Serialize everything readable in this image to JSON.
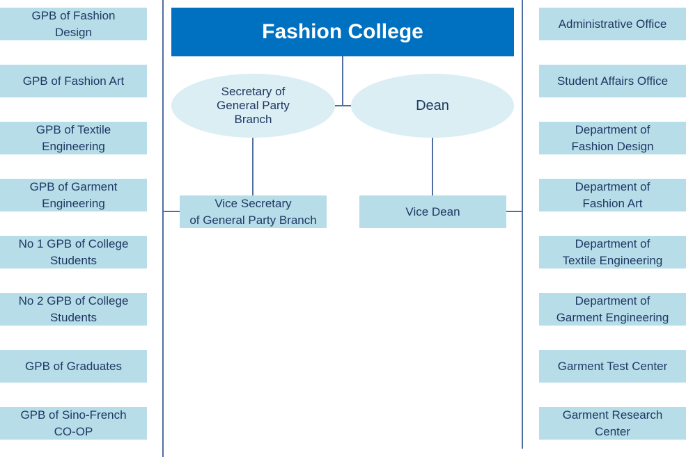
{
  "title": "Fashion College",
  "secretary": "Secretary of\nGeneral  Party\nBranch",
  "dean": "Dean",
  "vice_secretary": "Vice Secretary\nof General Party Branch",
  "vice_dean": "Vice Dean",
  "left_units": [
    "GPB of Fashion\nDesign",
    "GPB of Fashion Art",
    "GPB of Textile\nEngineering",
    "GPB of Garment\nEngineering",
    "No 1 GPB of College\nStudents",
    "No 2 GPB of College\nStudents",
    "GPB of Graduates",
    "GPB of Sino-French\nCO-OP"
  ],
  "right_units": [
    "Administrative Office",
    "Student Affairs Office",
    "Department of\nFashion Design",
    "Department of\nFashion Art",
    "Department of\nTextile Engineering",
    "Department of\nGarment Engineering",
    "Garment Test Center",
    "Garment Research\nCenter"
  ],
  "colors": {
    "title_fill": "#0070c0",
    "box_fill": "#b7dde8",
    "ellipse_fill": "#daeef3",
    "text": "#1f3864",
    "connector": "#4f6fa0"
  }
}
